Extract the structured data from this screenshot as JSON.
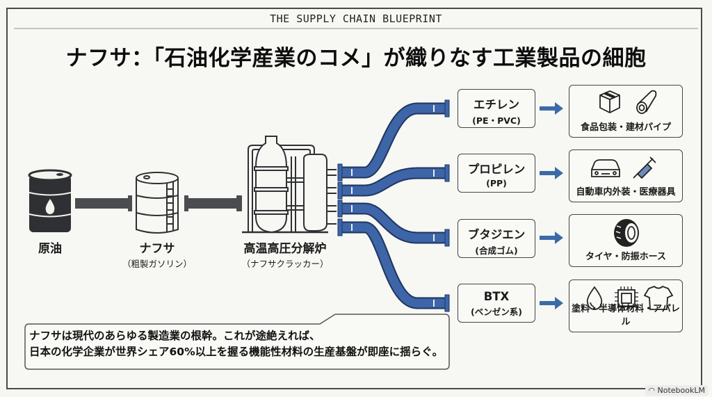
{
  "header": {
    "kicker": "THE SUPPLY CHAIN BLUEPRINT",
    "title": "ナフサ：「石油化学産業のコメ」が織りなす工業製品の細胞"
  },
  "process": {
    "crude_oil": {
      "label": "原油",
      "icon": "oil-barrel-icon"
    },
    "naphtha": {
      "label": "ナフサ",
      "sub": "（粗製ガソリン）",
      "icon": "storage-tank-icon"
    },
    "cracker": {
      "label": "高温高圧分解炉",
      "sub": "（ナフサクラッカー）",
      "icon": "cracker-plant-icon"
    }
  },
  "chemicals": [
    {
      "name": "エチレン",
      "sub": "(PE・PVC)",
      "products": "食品包装・建材パイプ",
      "icons": [
        "box-icon",
        "pipe-icon"
      ]
    },
    {
      "name": "プロピレン",
      "sub": "(PP)",
      "products": "自動車内外装・医療器具",
      "icons": [
        "car-icon",
        "syringe-icon"
      ]
    },
    {
      "name": "ブタジエン",
      "sub": "(合成ゴム)",
      "products": "タイヤ・防振ホース",
      "icons": [
        "tire-icon"
      ]
    },
    {
      "name": "BTX",
      "sub": "(ベンゼン系)",
      "products": "塗料・半導体材料・アパレル",
      "icons": [
        "droplet-icon",
        "chip-icon",
        "tshirt-icon"
      ]
    }
  ],
  "callout": {
    "line1": "ナフサは現代のあらゆる製造業の根幹。これが途絶えれば、",
    "line2": "日本の化学企業が世界シェア60%以上を握る機能性材料の生産基盤が即座に揺らぐ。"
  },
  "colors": {
    "pipe_blue": "#3d65a8",
    "pipe_dark": "#4a4c50",
    "arrow_blue": "#3b6aa8",
    "ink": "#1a1a1a"
  },
  "brand": "NotebookLM"
}
